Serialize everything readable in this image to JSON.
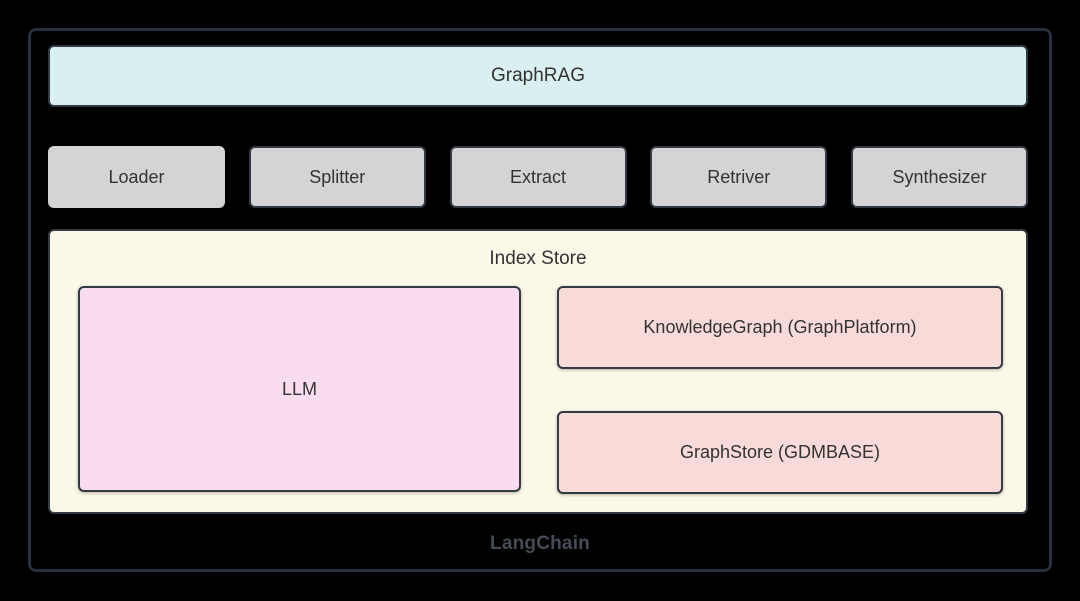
{
  "diagram": {
    "outer_label": "LangChain",
    "banner": {
      "label": "GraphRAG"
    },
    "pipeline": [
      {
        "label": "Loader"
      },
      {
        "label": "Splitter"
      },
      {
        "label": "Extract"
      },
      {
        "label": "Retriver"
      },
      {
        "label": "Synthesizer"
      }
    ],
    "index_store": {
      "label": "Index Store",
      "llm": {
        "label": "LLM"
      },
      "knowledge_graph": {
        "label": "KnowledgeGraph (GraphPlatform)"
      },
      "graph_store": {
        "label": "GraphStore (GDMBASE)"
      }
    },
    "colors": {
      "background": "#000000",
      "outer_border": "#27303e",
      "banner_fill": "#d9eff0",
      "pipeline_fill": "#d4d4d4",
      "index_store_fill": "#fbf8e8",
      "llm_fill": "#f9ddef",
      "store_fill": "#f8dbd8",
      "box_border": "#333a44",
      "text": "#333333",
      "outer_label_color": "#454b56"
    }
  }
}
